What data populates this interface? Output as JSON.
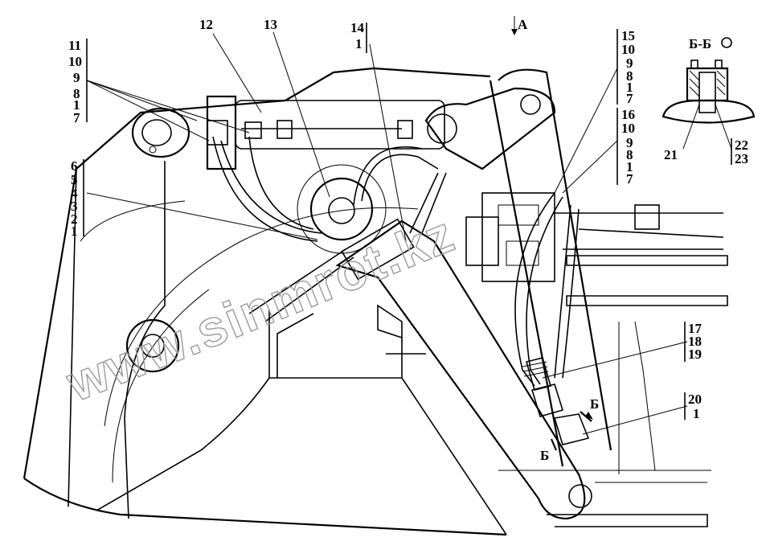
{
  "view_a_label": "А",
  "section_title": "Б-Б",
  "section_marks": [
    "Б",
    "Б"
  ],
  "callouts": {
    "c12": "12",
    "c13": "13",
    "c14": [
      "14",
      "1"
    ],
    "c11": [
      "11",
      "10",
      "9",
      "8",
      "1",
      "7"
    ],
    "c6": [
      "6",
      "5",
      "4",
      "3",
      "2",
      "1"
    ],
    "c15": [
      "15",
      "10",
      "9",
      "8",
      "1",
      "7"
    ],
    "c16": [
      "16",
      "10",
      "9",
      "8",
      "1",
      "7"
    ],
    "c17": [
      "17",
      "18",
      "19"
    ],
    "c20": [
      "20",
      "1"
    ],
    "c21": "21",
    "c22": [
      "22",
      "23"
    ]
  },
  "watermark": "www.sinmrot.kz"
}
